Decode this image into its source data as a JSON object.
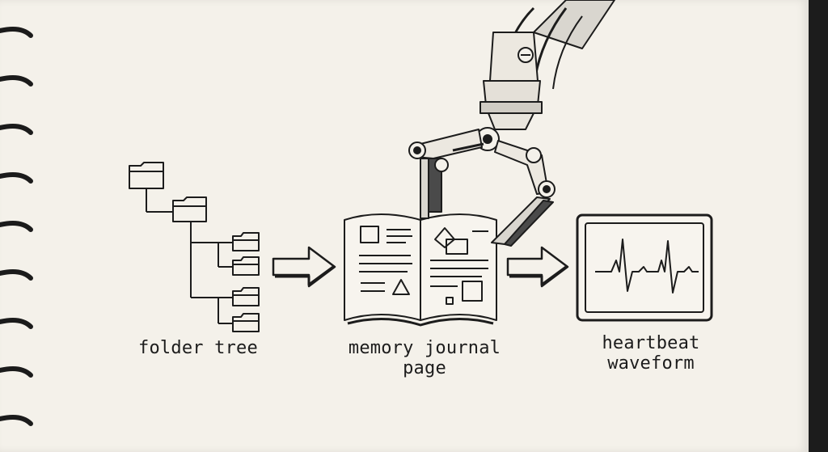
{
  "labels": {
    "folder_tree": "folder tree",
    "memory_journal_page": "memory journal\npage",
    "heartbeat_waveform": "heartbeat\nwaveform"
  },
  "colors": {
    "paper": "#f4f1ea",
    "ink": "#1c1c1c",
    "metal": "#3a3a3a",
    "background": "#1c1c1c"
  },
  "icons": [
    "folder-icon",
    "arrow-right-icon",
    "open-book-icon",
    "robot-gripper-icon",
    "monitor-waveform-icon"
  ]
}
